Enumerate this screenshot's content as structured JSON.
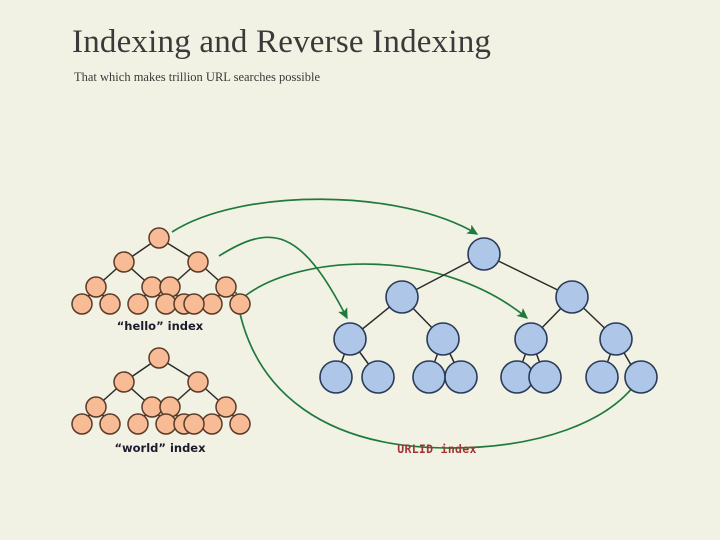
{
  "slide": {
    "title": "Indexing and Reverse Indexing",
    "subtitle": "That which makes trillion URL searches possible",
    "background_color": "#f2f2e4",
    "title_color": "#3a3a3a"
  },
  "diagram": {
    "type": "node-link-trees",
    "colors": {
      "orange_node_fill": "#f7bb95",
      "orange_node_stroke": "#5c3a28",
      "blue_node_fill": "#aec6e8",
      "blue_node_stroke": "#2a3b58",
      "edge_color": "#2b2b2b",
      "arrow_color": "#1f7a3d",
      "label_color": "#1c1c2e",
      "accent_label_color": "#a33232"
    },
    "trees": [
      {
        "id": "hello-index",
        "label": "“hello” index",
        "palette": "orange",
        "levels": [
          1,
          2,
          4,
          8
        ],
        "node_count": 15
      },
      {
        "id": "world-index",
        "label": "“world” index",
        "palette": "orange",
        "levels": [
          1,
          2,
          4,
          8
        ],
        "node_count": 15
      },
      {
        "id": "urlid-index",
        "label": "URLID index",
        "palette": "blue",
        "levels": [
          1,
          2,
          4,
          8
        ],
        "node_count": 15
      }
    ],
    "arrows": [
      {
        "id": "arrow-hello-root-to-urlid-root",
        "from": "hello-index root",
        "to": "urlid-index root"
      },
      {
        "id": "arrow-hello-sub-to-urlid-mid-left",
        "from": "hello-index right subtree",
        "to": "urlid-index level3 node 1"
      },
      {
        "id": "arrow-hello-leaf-to-urlid-mid",
        "from": "hello-index leaf",
        "to": "urlid-index level3 node 3"
      },
      {
        "id": "arrow-hello-leaf-to-urlid-mid-r",
        "from": "hello-index leaf",
        "to": "urlid-index level3 node 4"
      },
      {
        "id": "arrow-world-to-urlid-leaf",
        "from": "world-index subtree",
        "to": "urlid-index last leaf"
      }
    ]
  }
}
